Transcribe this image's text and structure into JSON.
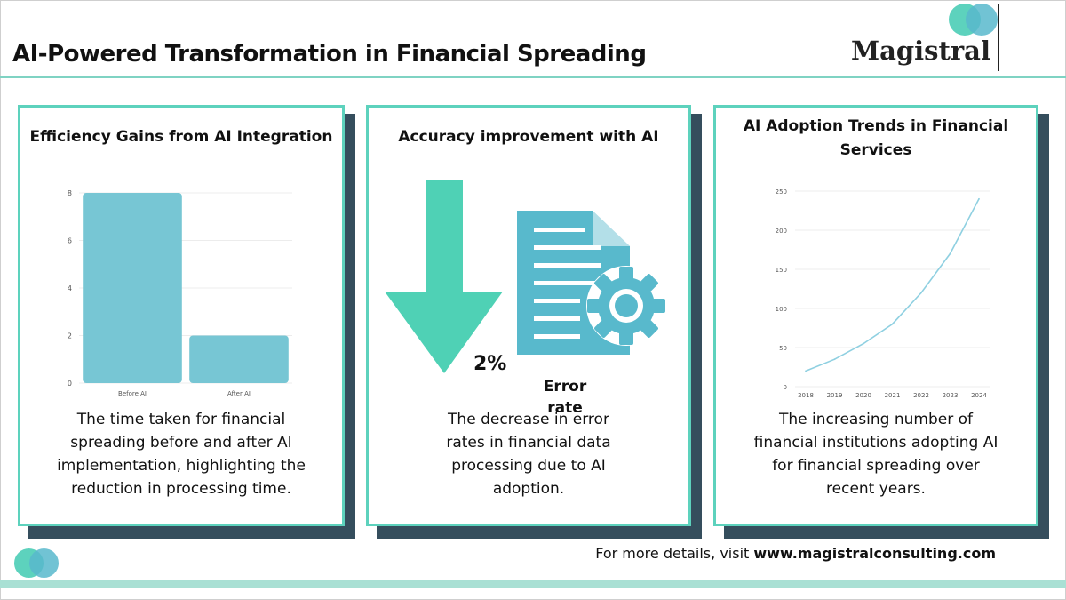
{
  "page": {
    "title": "AI-Powered Transformation in Financial Spreading",
    "brand": "Magistral",
    "footer": {
      "prefix": "For more details, visit ",
      "link": "www.magistralconsulting.com"
    },
    "colors": {
      "accent": "#5dd2bd",
      "shadow": "#354e5d",
      "bar": "#77c6d4",
      "line": "#8fd0e1",
      "arrow": "#4fd1b5",
      "doc": "#58b9cc"
    }
  },
  "cards": [
    {
      "title": "Efficiency Gains from AI Integration",
      "description": "The time taken for financial spreading before and after AI implementation, highlighting the reduction in processing time."
    },
    {
      "title": "Accuracy improvement with AI",
      "stat_value": "2%",
      "stat_label_1": "Error",
      "stat_label_2": "rate",
      "description": "The decrease in error rates in financial data processing due to AI adoption."
    },
    {
      "title_1": "AI Adoption Trends in Financial",
      "title_2": "Services",
      "description": "The increasing number of financial institutions adopting AI for financial spreading over recent years."
    }
  ],
  "chart_data": [
    {
      "type": "bar",
      "categories": [
        "Before AI",
        "After AI"
      ],
      "values": [
        8,
        2
      ],
      "ylim": [
        0,
        8
      ],
      "yticks": [
        0,
        2,
        4,
        6,
        8
      ],
      "grid": true
    },
    {
      "type": "line",
      "x": [
        "2018",
        "2019",
        "2020",
        "2021",
        "2022",
        "2023",
        "2024"
      ],
      "values": [
        20,
        35,
        55,
        80,
        120,
        170,
        240
      ],
      "ylim": [
        0,
        250
      ],
      "yticks": [
        0,
        50,
        100,
        150,
        200,
        250
      ],
      "grid": true
    }
  ]
}
